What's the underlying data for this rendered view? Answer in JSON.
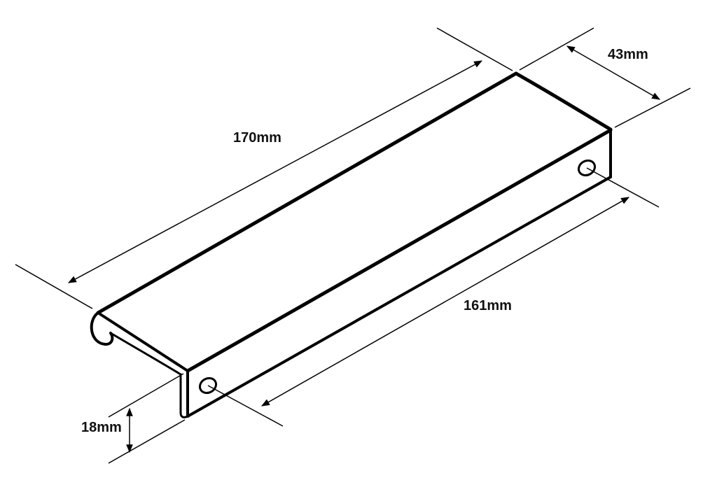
{
  "dimensions": {
    "length_overall": "170mm",
    "depth": "43mm",
    "hole_spacing": "161mm",
    "height": "18mm"
  },
  "colors": {
    "line": "#000000",
    "background": "#ffffff"
  }
}
